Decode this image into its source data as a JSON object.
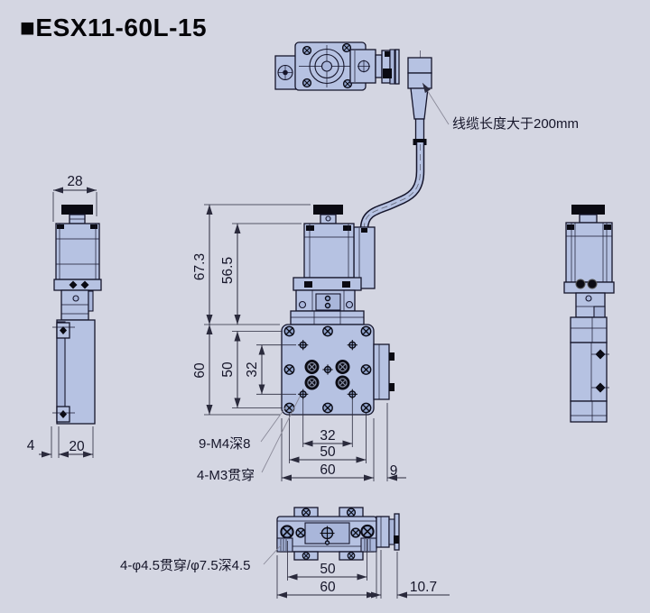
{
  "title": "■ESX11-60L-15",
  "notes": {
    "cable": "线缆长度大于200mm",
    "holes_m4": "9-M4深8",
    "holes_m3": "4-M3贯穿",
    "holes_counterbore": "4-φ4.5贯穿/φ7.5深4.5"
  },
  "dims": {
    "left_view": {
      "motor_width": "28",
      "base_offset": "4",
      "base_width": "20"
    },
    "front_view": {
      "total_height": "67.3",
      "body_height": "56.5",
      "plate_height": "60",
      "m4_span_v": "50",
      "m3_span_v": "32",
      "m3_span_h": "32",
      "m4_span_h": "50",
      "plate_width": "60",
      "side_block": "9"
    },
    "bottom_view": {
      "hole_span": "50",
      "body_width": "60",
      "connector_offset": "10.7"
    }
  },
  "colors": {
    "background": "#d4d6e2",
    "part_fill": "#b6c2e2",
    "part_fill_dark": "#a9b6da",
    "line": "#15152b",
    "dimension": "#2a2a3c",
    "leader": "#8a8a99",
    "black_fill": "#0a0a12"
  }
}
